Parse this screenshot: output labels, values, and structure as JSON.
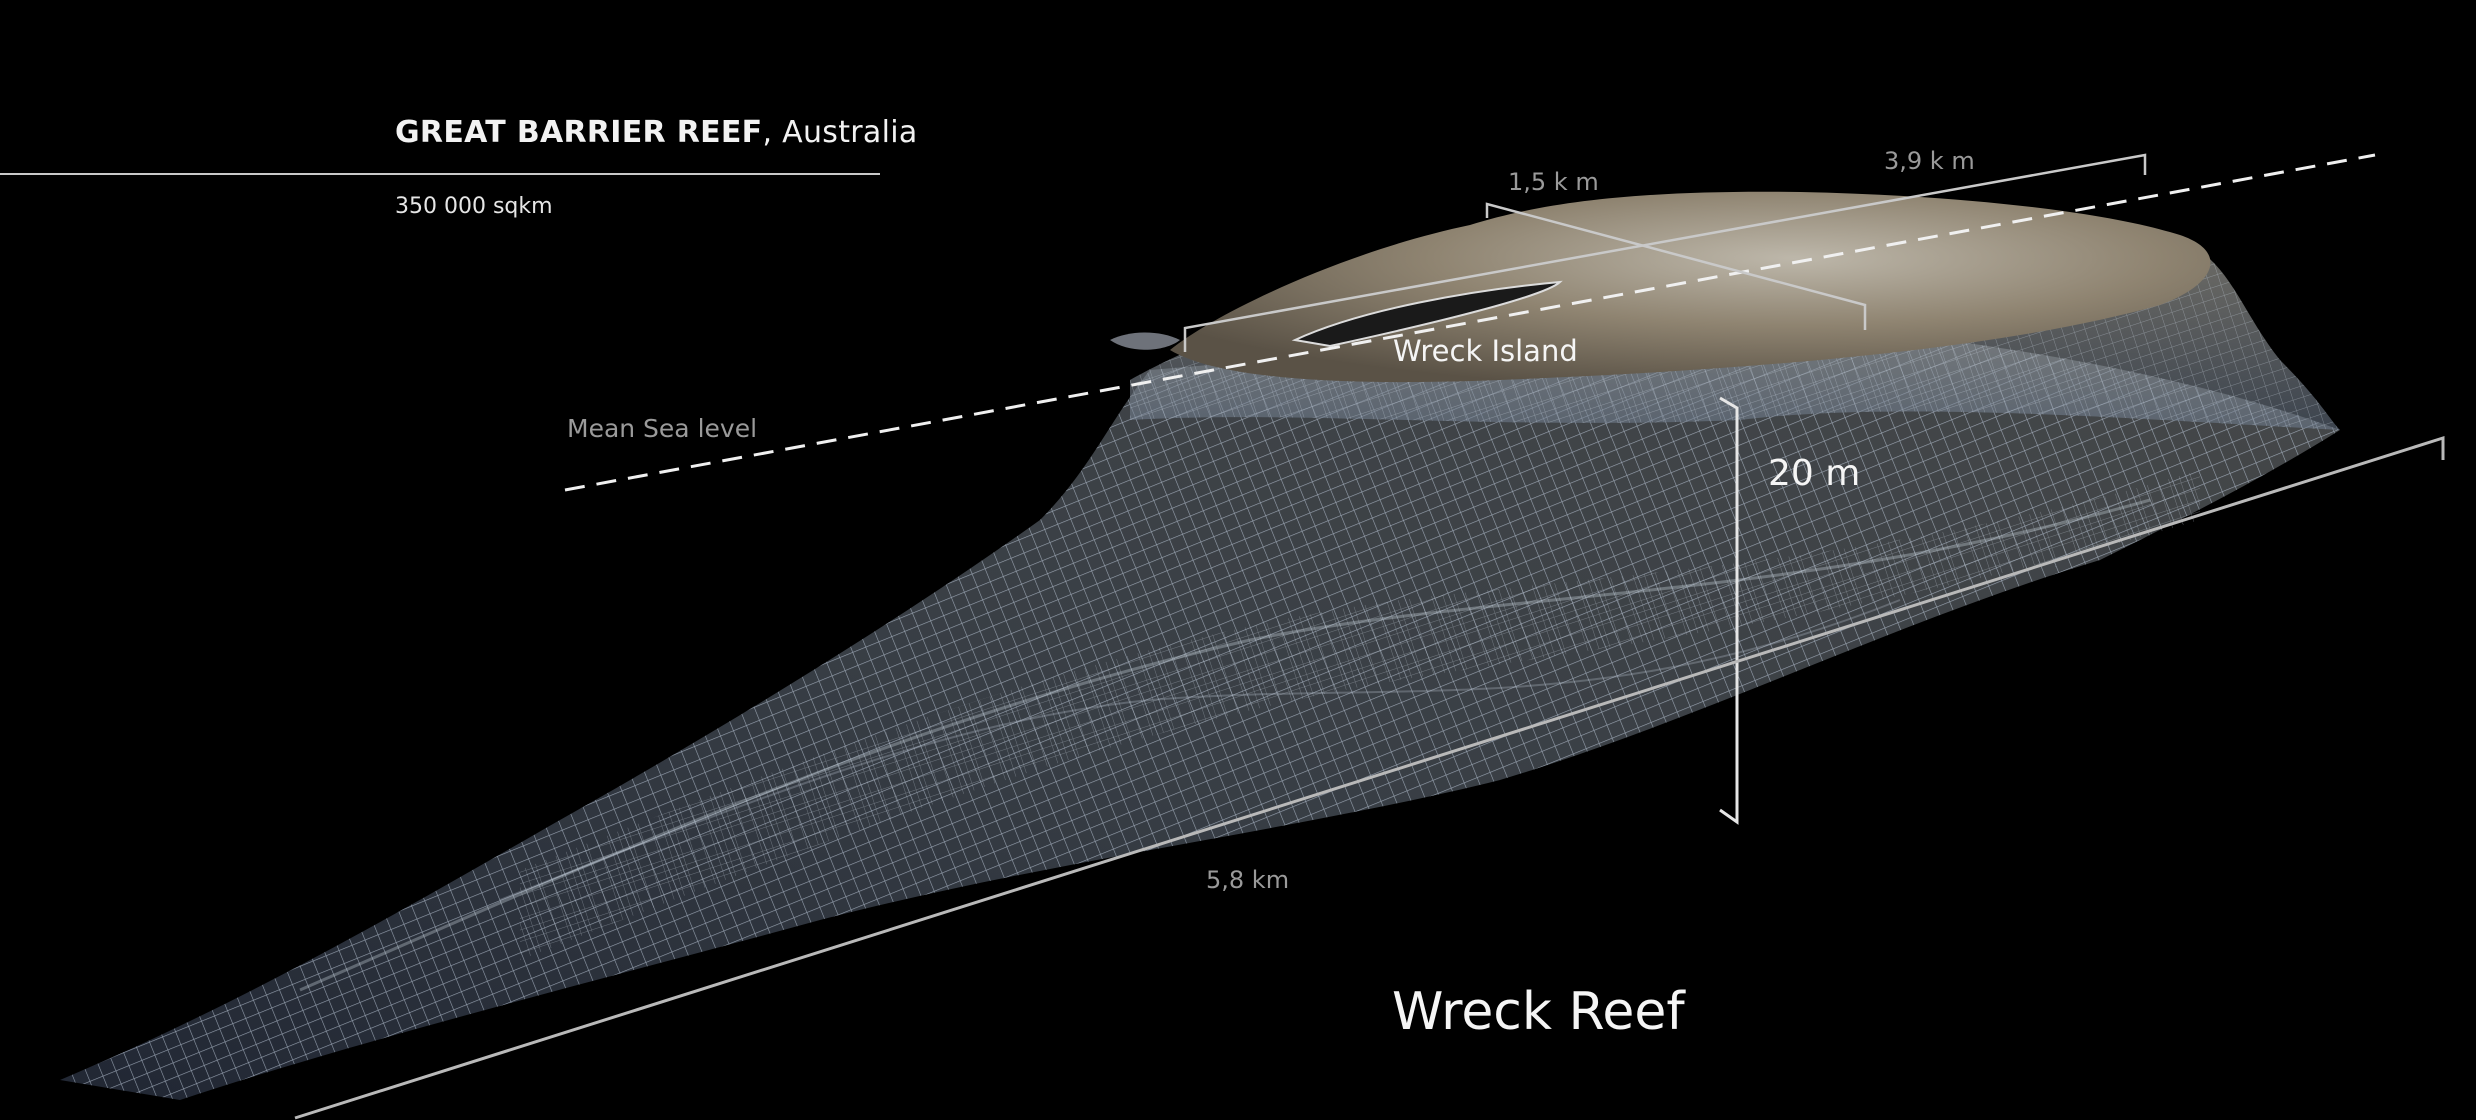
{
  "header": {
    "title_bold": "GREAT BARRIER REEF",
    "title_rest": ", Australia",
    "area": "350 000 sqkm"
  },
  "labels": {
    "width": "1,5 k m",
    "length_top": "3,9 k m",
    "sea_level": "Mean Sea level",
    "island": "Wreck Island",
    "depth": "20 m",
    "length_bottom": "5,8 km",
    "reef_name": "Wreck Reef"
  },
  "colors": {
    "background": "#000000",
    "mesh": "#a8b6c8",
    "island_top": "#8d8270",
    "measure_line": "#b9b9b9",
    "label_grey": "#9a9a9a",
    "label_white": "#f5f5f5"
  }
}
